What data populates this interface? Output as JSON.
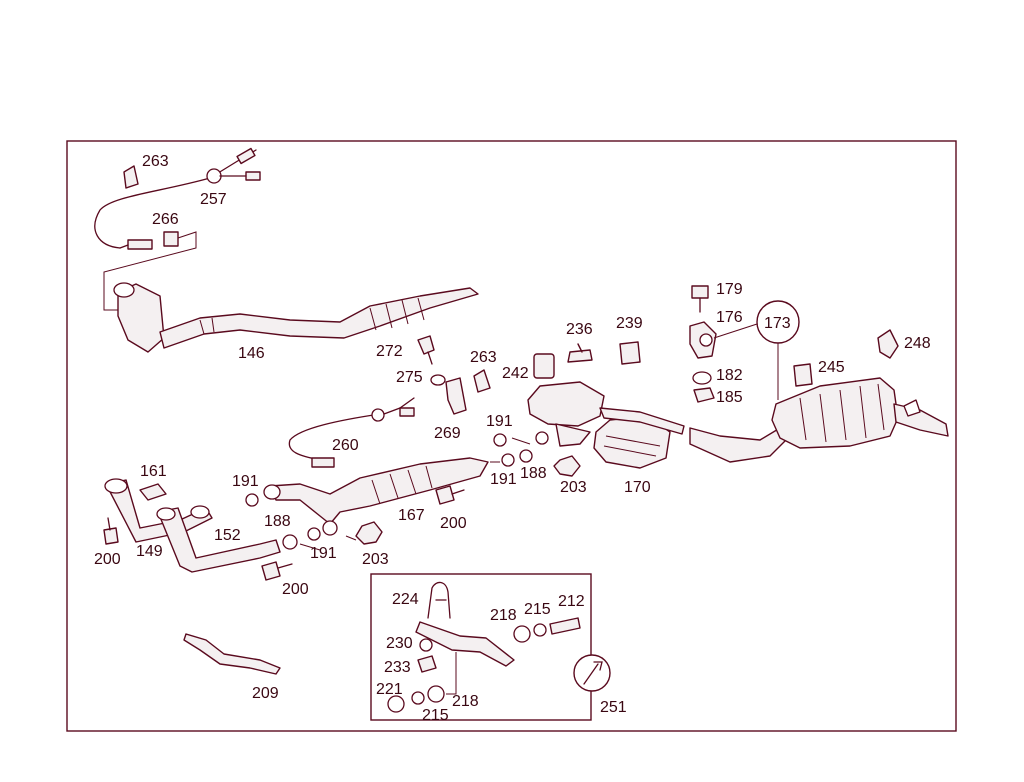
{
  "colors": {
    "line": "#5a0a1e",
    "label": "#3a0712",
    "background": "#ffffff",
    "part_fill": "#f4f0f1"
  },
  "labels": {
    "p263a": "263",
    "p257": "257",
    "p266": "266",
    "p146": "146",
    "p272": "272",
    "p275": "275",
    "p263b": "263",
    "p242": "242",
    "p236": "236",
    "p239": "239",
    "p179": "179",
    "p176": "176",
    "p173": "173",
    "p248": "248",
    "p245": "245",
    "p182": "182",
    "p185": "185",
    "p269": "269",
    "p260": "260",
    "p191a": "191",
    "p191b": "191",
    "p191c": "191",
    "p191d": "191",
    "p188a": "188",
    "p188b": "188",
    "p203a": "203",
    "p203b": "203",
    "p170": "170",
    "p161": "161",
    "p167": "167",
    "p200a": "200",
    "p200b": "200",
    "p200c": "200",
    "p152": "152",
    "p149": "149",
    "p224": "224",
    "p218a": "218",
    "p218b": "218",
    "p215a": "215",
    "p215b": "215",
    "p212": "212",
    "p230": "230",
    "p233": "233",
    "p221": "221",
    "p251": "251",
    "p209": "209"
  }
}
